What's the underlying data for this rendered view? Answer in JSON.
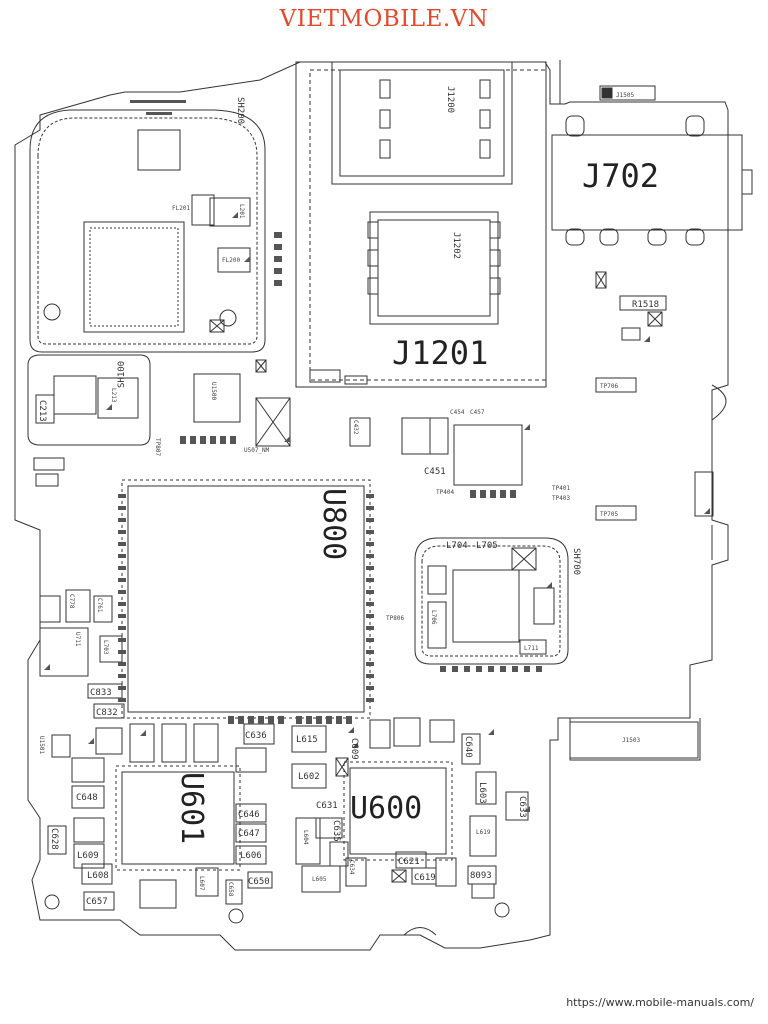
{
  "header": {
    "site": "VIETMOBILE.VN"
  },
  "footer": {
    "url": "https://www.mobile-manuals.com/"
  },
  "colors": {
    "brand": "#e5492a",
    "trace": "#333333"
  },
  "labels": {
    "j702": "J702",
    "j1201": "J1201",
    "j1200": "J1200",
    "j1202": "J1202",
    "j1505": "J1505",
    "j1503": "J1503",
    "r1518": "R1518",
    "u800": "U800",
    "u600": "U600",
    "u601": "U601",
    "u1500": "U1500",
    "u507": "U507_NM",
    "sh200": "SH200",
    "sh100": "SH100",
    "sh700": "SH700",
    "l615": "L615",
    "l602": "L602",
    "l603": "L603",
    "l604": "L604",
    "l605": "L605",
    "l606": "L606",
    "l607": "L607",
    "l608": "L608",
    "l609": "L609",
    "l619": "L619",
    "l704": "L704",
    "l705": "L705",
    "l706": "L706",
    "l711": "L711",
    "c636": "C636",
    "c609": "C609",
    "c631": "C631",
    "c635": "C635",
    "c646": "C646",
    "c647": "C647",
    "c648": "C648",
    "c650": "C650",
    "c657": "C657",
    "c658": "C658",
    "c628": "C628",
    "c621": "C621",
    "c619": "C619",
    "c634": "C634",
    "c633": "C633",
    "c640": "C640",
    "c832": "C832",
    "c833": "C833",
    "c451": "C451",
    "c432": "C432",
    "c454": "C454",
    "c457": "C457",
    "c213": "C213",
    "l213": "L213",
    "l201": "L201",
    "fl201": "FL201",
    "fl200": "FL200",
    "c778": "C778",
    "c761": "C761",
    "l703": "L703",
    "u711": "U711",
    "u1501": "U1501",
    "tp706": "TP706",
    "tp705": "TP705",
    "tp806": "TP806",
    "tp404": "TP404",
    "tp401": "TP401",
    "tp403": "TP403",
    "tp807": "TP807",
    "t8093": "8093"
  }
}
